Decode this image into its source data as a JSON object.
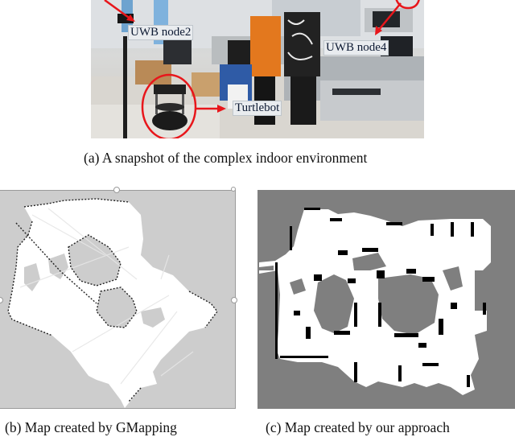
{
  "figure": {
    "panel_a": {
      "caption": "(a)  A snapshot of the complex indoor environment",
      "labels": {
        "uwb_node2": "UWB node2",
        "uwb_node4": "UWB node4",
        "turtlebot": "Turtlebot"
      },
      "annotation_color": "#e8161b"
    },
    "panel_b": {
      "caption": "(b)  Map created by GMapping",
      "background_color": "#cdcdcd",
      "free_space_color": "#ffffff",
      "obstacle_color": "#1a1a1a"
    },
    "panel_c": {
      "caption": "(c)  Map created by our approach",
      "background_color": "#7f7f7f",
      "free_space_color": "#ffffff",
      "obstacle_color": "#000000"
    }
  }
}
